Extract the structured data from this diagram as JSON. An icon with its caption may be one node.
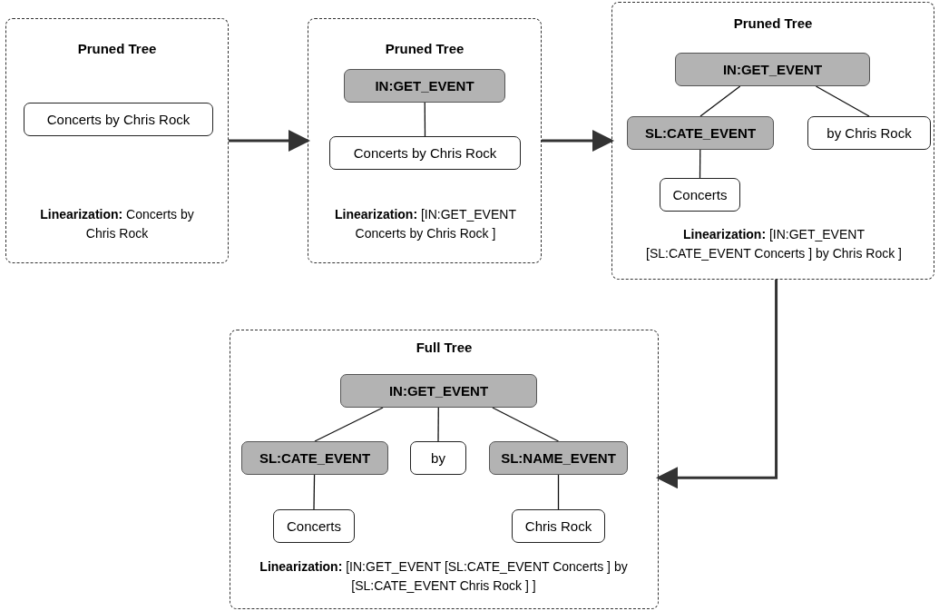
{
  "diagram": {
    "nodes": [
      {
        "text": [
          "Pruned Tree",
          "**Linearization:** Concerts by Chris Rock"
        ]
      },
      {
        "text": [
          "Concerts by Chris Rock"
        ],
        "in": 0
      },
      {
        "text": [
          "Pruned Tree",
          "**Linearization:** [IN:GET_EVENT Concerts by Chris Rock ]"
        ]
      },
      {
        "text": [
          "IN:GET_EVENT"
        ],
        "in": 2
      },
      {
        "text": [
          "Concerts by Chris Rock"
        ],
        "in": 2
      },
      {
        "text": [
          "Pruned Tree",
          "**Linearization:** [IN:GET_EVENT [SL:CATE_EVENT Concerts ] by Chris Rock ]"
        ]
      },
      {
        "text": [
          "IN:GET_EVENT"
        ],
        "in": 5
      },
      {
        "text": [
          "SL:CATE_EVENT"
        ],
        "in": 5
      },
      {
        "text": [
          "by Chris Rock"
        ],
        "in": 5
      },
      {
        "text": [
          "Concerts"
        ],
        "in": 5
      },
      {
        "text": [
          "Full Tree",
          "**Linearization:** [IN:GET_EVENT [SL:CATE_EVENT Concerts ] by [SL:CATE_EVENT Chris Rock ] ]"
        ]
      },
      {
        "text": [
          "IN:GET_EVENT"
        ],
        "in": 10
      },
      {
        "text": [
          "SL:CATE_EVENT"
        ],
        "in": 10
      },
      {
        "text": [
          "by"
        ],
        "in": 10
      },
      {
        "text": [
          "SL:NAME_EVENT"
        ],
        "in": 10
      },
      {
        "text": [
          "Concerts"
        ],
        "in": 10
      },
      {
        "text": [
          "Chris Rock"
        ],
        "in": 10
      }
    ],
    "edges": [
      {
        "from": 0,
        "to": 2,
        "arrow": "to",
        "style": "thick"
      },
      {
        "from": 2,
        "to": 5,
        "arrow": "to",
        "style": "thick"
      },
      {
        "from": 5,
        "to": 10,
        "arrow": "to",
        "style": "thick"
      },
      {
        "from": 3,
        "to": 4,
        "arrow": "none"
      },
      {
        "from": 6,
        "to": 7,
        "arrow": "none"
      },
      {
        "from": 6,
        "to": 8,
        "arrow": "none"
      },
      {
        "from": 7,
        "to": 9,
        "arrow": "none"
      },
      {
        "from": 11,
        "to": 12,
        "arrow": "none"
      },
      {
        "from": 11,
        "to": 13,
        "arrow": "none"
      },
      {
        "from": 11,
        "to": 14,
        "arrow": "none"
      },
      {
        "from": 12,
        "to": 15,
        "arrow": "none"
      },
      {
        "from": 14,
        "to": 16,
        "arrow": "none"
      }
    ]
  }
}
